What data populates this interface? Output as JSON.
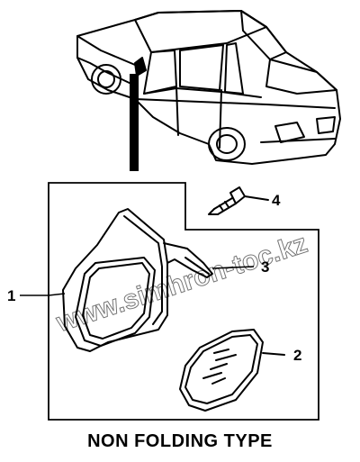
{
  "diagram": {
    "callouts": [
      {
        "id": "1",
        "label": "1"
      },
      {
        "id": "2",
        "label": "2"
      },
      {
        "id": "3",
        "label": "3"
      },
      {
        "id": "4",
        "label": "4"
      }
    ],
    "caption": "NON FOLDING TYPE",
    "watermark": "www.simhron-toc.kz"
  }
}
